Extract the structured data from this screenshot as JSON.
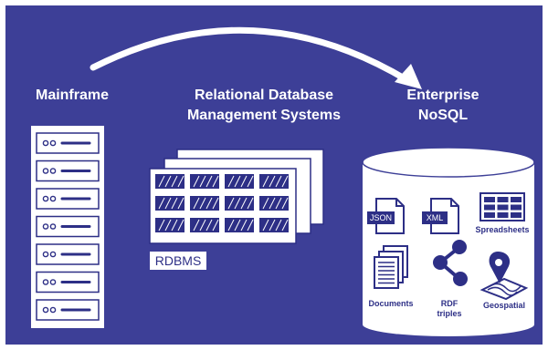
{
  "colors": {
    "background": "#3d3f97",
    "foreground": "#ffffff",
    "ink": "#2d2f86"
  },
  "stages": {
    "mainframe": "Mainframe",
    "rdbms_line1": "Relational Database",
    "rdbms_line2": "Management Systems",
    "nosql_line1": "Enterprise",
    "nosql_line2": "NoSQL"
  },
  "rdbms_tag": "RDBMS",
  "nosql_items": {
    "json": "JSON",
    "xml": "XML",
    "spreadsheets": "Spreadsheets",
    "documents": "Documents",
    "rdf_line1": "RDF",
    "rdf_line2": "triples",
    "geospatial": "Geospatial"
  }
}
